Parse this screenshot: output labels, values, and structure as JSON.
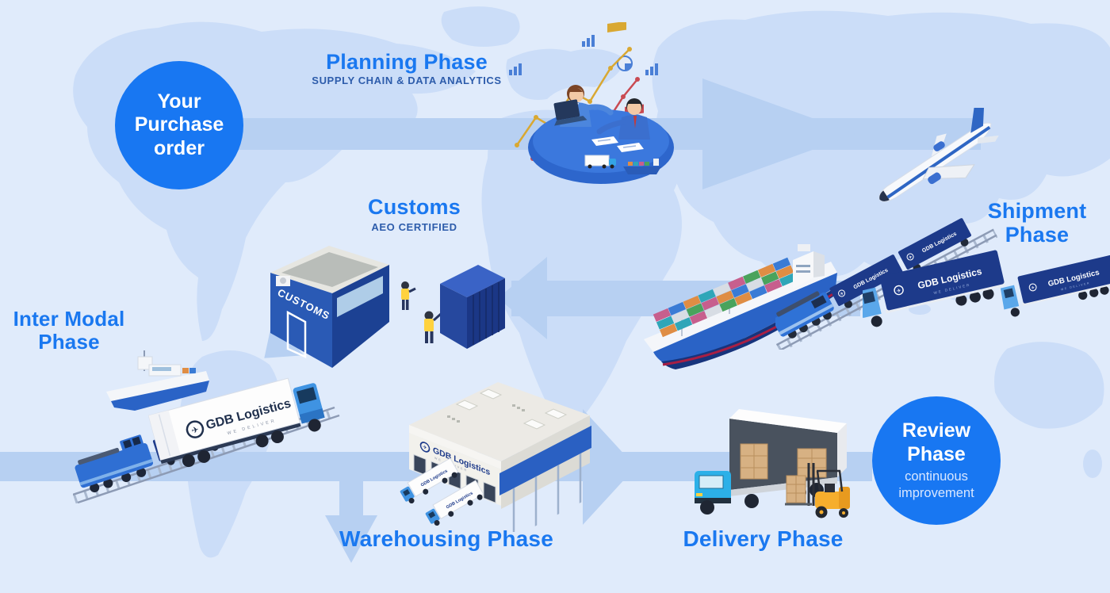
{
  "title": "GDB Logistics supply chain process flow infographic",
  "brand": {
    "name": "GDB Logistics",
    "tagline": "WE DELIVER"
  },
  "phases": {
    "purchase_order": {
      "lines": [
        "Your",
        "Purchase",
        "order"
      ]
    },
    "planning": {
      "title": "Planning Phase",
      "subtitle": "SUPPLY CHAIN & DATA ANALYTICS"
    },
    "customs": {
      "title": "Customs",
      "subtitle": "AEO CERTIFIED",
      "building_sign": "CUSTOMS"
    },
    "shipment": {
      "lines": [
        "Shipment",
        "Phase"
      ]
    },
    "inter_modal": {
      "lines": [
        "Inter Modal",
        "Phase"
      ]
    },
    "warehousing": {
      "title": "Warehousing Phase"
    },
    "delivery": {
      "title": "Delivery Phase"
    },
    "review": {
      "lines": [
        "Review",
        "Phase"
      ],
      "sublines": [
        "continuous",
        "improvement"
      ]
    }
  },
  "colors": {
    "accent_blue": "#1a78f0",
    "deep_blue": "#2d5cab",
    "node_circle": "#1877f2",
    "navy_container": "#1d3a8a",
    "map": "#cbddf8",
    "arrow": "#b7d0f2",
    "background": "#e0ebfb"
  }
}
